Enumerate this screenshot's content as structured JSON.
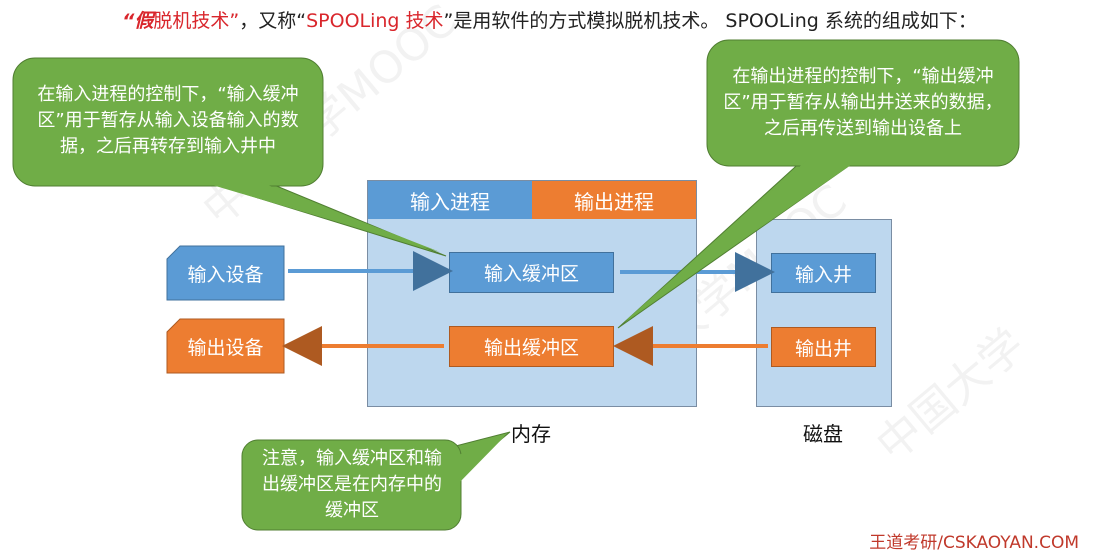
{
  "title": {
    "part1": "“",
    "part2": "假",
    "part3": "脱机技术”",
    "part4": "，又称“",
    "part5": "SPOOLing 技术",
    "part6": "”是用软件的方式模拟脱机技术。 SPOOLing 系统的组成如下："
  },
  "memory": {
    "tab_input": "输入进程",
    "tab_output": "输出进程",
    "input_buffer": "输入缓冲区",
    "output_buffer": "输出缓冲区",
    "label": "内存"
  },
  "disk": {
    "input_well": "输入井",
    "output_well": "输出井",
    "label": "磁盘"
  },
  "devices": {
    "input_device": "输入设备",
    "output_device": "输出设备"
  },
  "callouts": {
    "input_note": "在输入进程的控制下，“输入缓冲区”用于暂存从输入设备输入的数据，之后再转存到输入井中",
    "output_note": "在输出进程的控制下，“输出缓冲区”用于暂存从输出井送来的数据，之后再传送到输出设备上",
    "memory_note": "注意，输入缓冲区和输出缓冲区是在内存中的缓冲区"
  },
  "footer": "王道考研/CSKAOYAN.COM",
  "colors": {
    "blue": "#5b9bd5",
    "orange": "#ed7d31",
    "light_blue": "#bdd7ee",
    "green": "#70ad47"
  }
}
